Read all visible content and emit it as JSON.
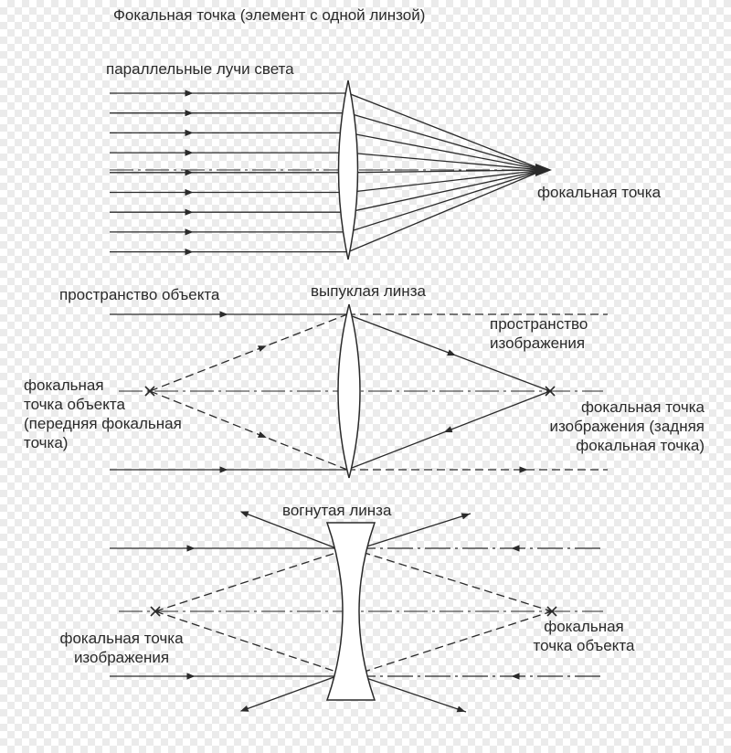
{
  "title": "Фокальная точка (элемент с одной линзой)",
  "colors": {
    "ink": "#2a2a2a",
    "lens_fill": "#ffffff"
  },
  "panel1": {
    "rays_label": "параллельные лучи света",
    "focal_label": "фокальная точка"
  },
  "panel2": {
    "object_space": "пространство объекта",
    "lens_label": "выпуклая линза",
    "image_space": "пространство\nизображения",
    "object_focal": "фокальная\nточка объекта\n(передняя фокальная\nточка)",
    "image_focal": "фокальная точка\nизображения (задняя\nфокальная точка)"
  },
  "panel3": {
    "lens_label": "вогнутая линза",
    "image_focal": "фокальная точка\nизображения",
    "object_focal": "фокальная\nточка объекта"
  }
}
